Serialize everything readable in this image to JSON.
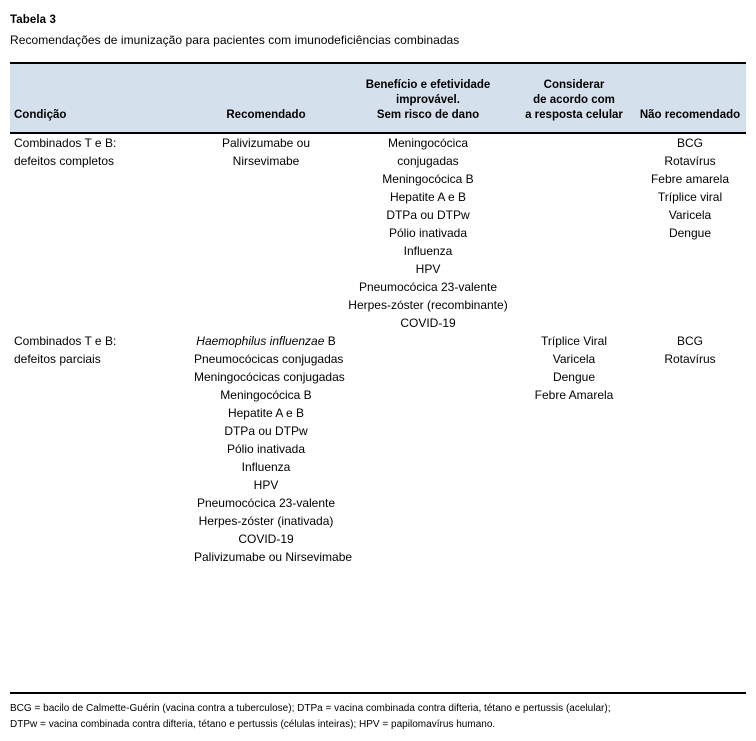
{
  "caption": {
    "label": "Tabela 3",
    "title": "Recomendações de imunização para pacientes com imunodeficiências combinadas"
  },
  "table": {
    "columns": [
      {
        "key": "condicao",
        "header_lines": [
          "Condição"
        ],
        "align": "left"
      },
      {
        "key": "recomendado",
        "header_lines": [
          "Recomendado"
        ],
        "align": "center"
      },
      {
        "key": "beneficio",
        "header_lines": [
          "Benefício e efetividade",
          "improvável.",
          "Sem risco de dano"
        ],
        "align": "center"
      },
      {
        "key": "considerar",
        "header_lines": [
          "Considerar",
          "de acordo com",
          "a resposta celular"
        ],
        "align": "center"
      },
      {
        "key": "nao_recomendado",
        "header_lines": [
          "Não recomendado"
        ],
        "align": "center"
      }
    ],
    "header": {
      "col1": "Condição",
      "col2": "Recomendado",
      "col3_line1": "Benefício e efetividade",
      "col3_line2": "improvável.",
      "col3_line3": "Sem risco de dano",
      "col4_line1": "Considerar",
      "col4_line2": "de acordo com",
      "col4_line3": "a resposta celular",
      "col5": "Não recomendado"
    },
    "rows": [
      {
        "condicao": [
          "Combinados T e B:",
          "defeitos completos"
        ],
        "recomendado": [
          "Palivizumabe ou",
          "Nirsevimabe"
        ],
        "beneficio": [
          "Meningocócica",
          "conjugadas",
          "Meningocócica B",
          "Hepatite A e B",
          "DTPa ou DTPw",
          "Pólio inativada",
          "Influenza",
          "HPV",
          "Pneumocócica 23-valente",
          "Herpes-zóster (recombinante)",
          "COVID-19"
        ],
        "considerar": [],
        "nao_recomendado": [
          "BCG",
          "Rotavírus",
          "Febre amarela",
          "Tríplice viral",
          "Varicela",
          "Dengue"
        ]
      },
      {
        "condicao": [
          "Combinados T e B:",
          "defeitos parciais"
        ],
        "recomendado_first_italic": "Haemophilus influenzae",
        "recomendado_first_rest": " B",
        "recomendado": [
          "Pneumocócicas conjugadas",
          "Meningocócicas conjugadas",
          "Meningocócica B",
          "Hepatite A e B",
          "DTPa ou DTPw",
          "Pólio inativada",
          "Influenza",
          "HPV",
          "Pneumocócica 23-valente",
          "Herpes-zóster (inativada)",
          "COVID-19",
          "Palivizumabe ou Nirsevimabe"
        ],
        "beneficio": [],
        "considerar": [
          "Tríplice Viral",
          "Varicela",
          "Dengue",
          "Febre Amarela"
        ],
        "nao_recomendado": [
          "BCG",
          "Rotavírus"
        ]
      }
    ]
  },
  "footnote": {
    "line1": "BCG = bacilo de Calmette-Guérin (vacina contra a tuberculose); DTPa = vacina combinada contra difteria, tétano e pertussis (acelular);",
    "line2": "DTPw = vacina combinada contra difteria, tétano e pertussis (células inteiras); HPV = papilomavírus humano."
  },
  "colors": {
    "header_background": "#d4e1ec",
    "rule": "#000000",
    "text": "#000000",
    "page_background": "#ffffff"
  }
}
